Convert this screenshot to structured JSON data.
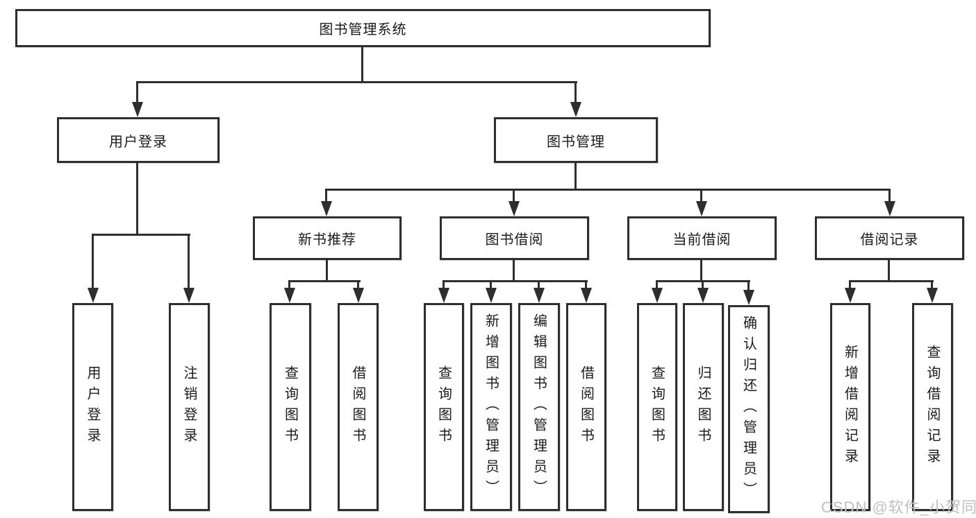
{
  "tree": {
    "root": {
      "label": "图书管理系统",
      "children": [
        {
          "label": "用户登录",
          "children": [
            {
              "label": "用户登录"
            },
            {
              "label": "注销登录"
            }
          ]
        },
        {
          "label": "图书管理",
          "children": [
            {
              "label": "新书推荐",
              "children": [
                {
                  "label": "查询图书"
                },
                {
                  "label": "借阅图书"
                }
              ]
            },
            {
              "label": "图书借阅",
              "children": [
                {
                  "label": "查询图书"
                },
                {
                  "label": "新增图书（管理员）"
                },
                {
                  "label": "编辑图书（管理员）"
                },
                {
                  "label": "借阅图书"
                }
              ]
            },
            {
              "label": "当前借阅",
              "children": [
                {
                  "label": "查询图书"
                },
                {
                  "label": "归还图书"
                },
                {
                  "label": "确认归还（管理员）"
                }
              ]
            },
            {
              "label": "借阅记录",
              "children": [
                {
                  "label": "新增借阅记录"
                },
                {
                  "label": "查询借阅记录"
                }
              ]
            }
          ]
        }
      ]
    }
  },
  "watermark": {
    "text": "CSDN @软件_小贺同学"
  },
  "colors": {
    "line": "#2e2e2e",
    "text": "#1b1b1b",
    "box_background": "#ffffff",
    "page_background": "#ffffff",
    "watermark_text": "#bfbfbf"
  }
}
